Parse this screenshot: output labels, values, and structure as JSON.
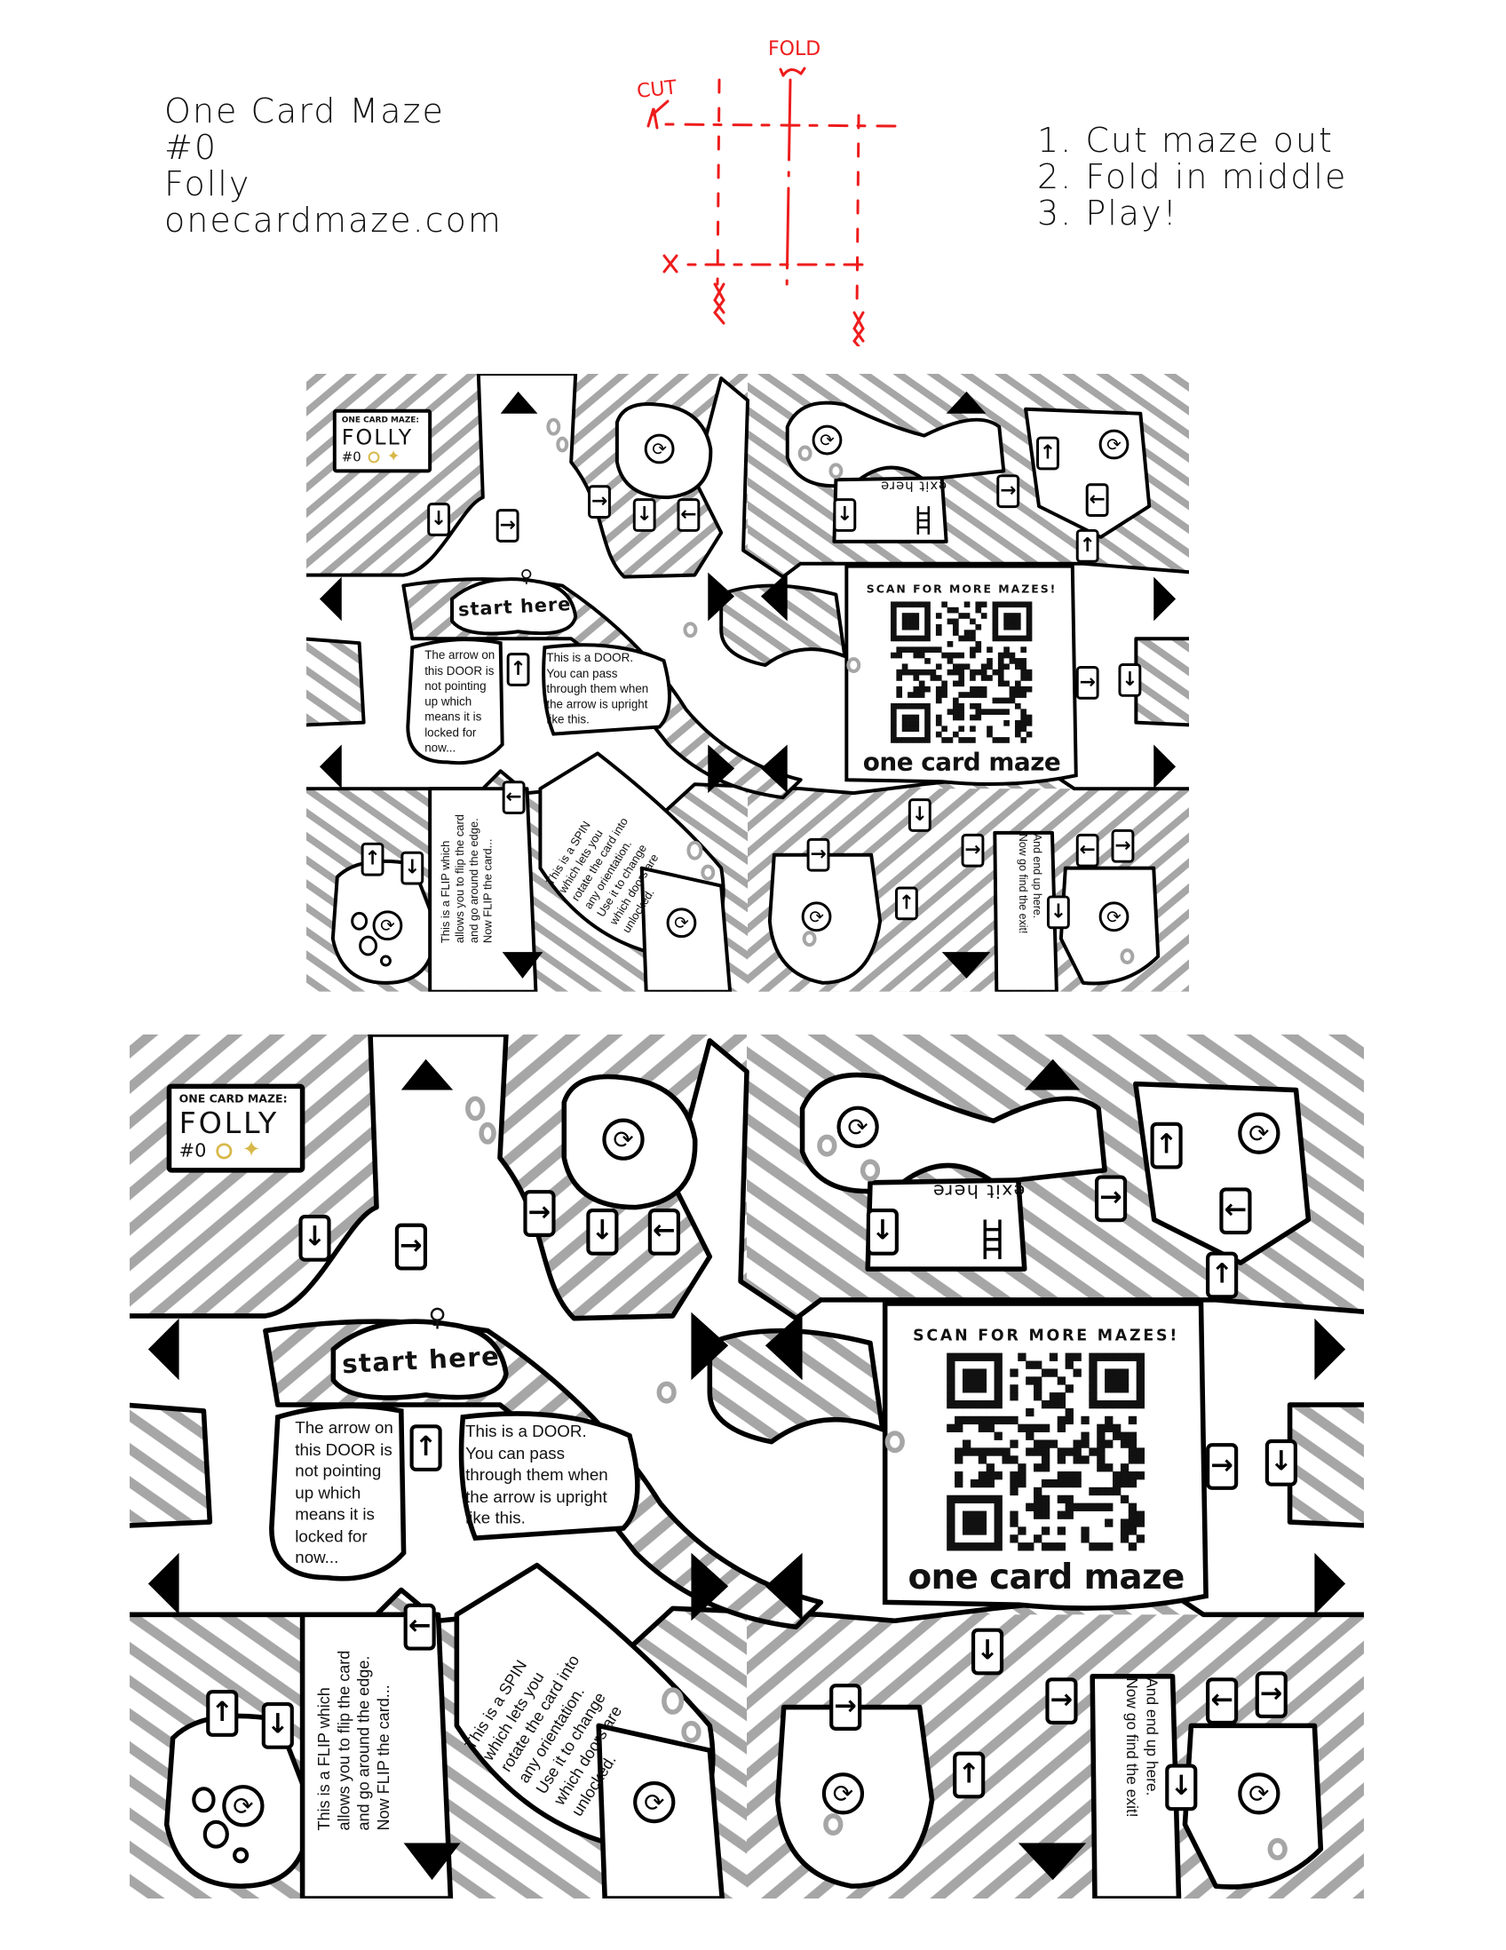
{
  "header": {
    "title_lines": [
      "One Card Maze",
      "#0",
      "Folly",
      "onecardmaze.com"
    ],
    "instructions": [
      "1. Cut maze out",
      "2. Fold in middle",
      "3. Play!"
    ]
  },
  "diagram": {
    "cut_label": "CUT",
    "fold_label": "FOLD",
    "line_color": "#ee1c1c"
  },
  "maze": {
    "badge": {
      "line1": "ONE CARD MAZE:",
      "name": "FOLLY",
      "number": "#0",
      "coin_icon": "coin-icon",
      "star_icon": "star-icon"
    },
    "start_label": "start here",
    "locked_door_text": "The arrow on\nthis DOOR is\nnot pointing\nup which\nmeans it is\nlocked for\nnow...",
    "door_text": "This is a DOOR.\nYou can pass\nthrough them when\nthe arrow is upright\nlike this.",
    "flip_text": "This is a FLIP which\nallows you to flip the card\nand go around the edge.\nNow FLIP the card...",
    "spin_text": "This is a SPIN\nwhich lets you\nrotate the card into\nany orientation.\nUse it to change\nwhich doors are\nunlocked.",
    "qr_heading": "SCAN FOR MORE MAZES!",
    "qr_footer": "one card maze",
    "exit_label": "exit here",
    "end_text": "And end up here.\nNow go find the exit!",
    "doors": [
      "↓",
      "→",
      "→",
      "↓",
      "←",
      "↓",
      "→",
      "↑",
      "←",
      "↑",
      "↑",
      "←",
      "→",
      "↓",
      "↓",
      "↑",
      "↓",
      "→",
      "→",
      "↑",
      "←",
      "→",
      "↓"
    ],
    "hatch_color": "#a6a6a6",
    "accent_gold": "#d8b84a"
  }
}
